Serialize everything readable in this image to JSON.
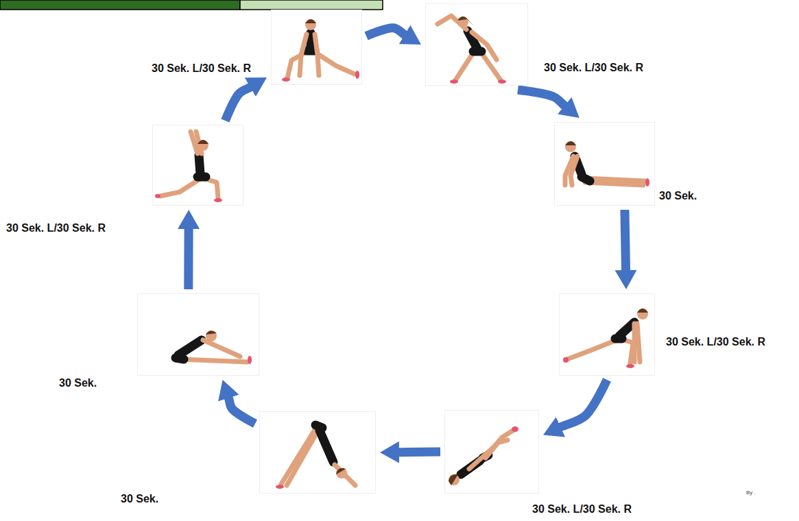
{
  "diagram": {
    "nodes": [
      {
        "text": [
          "30 Sek. L/30 Sek. R"
        ]
      },
      {
        "text": [
          "30 Sek. L/30 Sek. R"
        ]
      },
      {
        "text": [
          "30 Sek."
        ]
      },
      {
        "text": [
          "30 Sek. L/30 Sek. R"
        ]
      },
      {
        "text": [
          "30 Sek. L/30 Sek. R"
        ]
      },
      {
        "text": [
          "30 Sek."
        ]
      },
      {
        "text": [
          "30 Sek."
        ]
      },
      {
        "text": [
          "30 Sek. L/30 Sek. R"
        ]
      }
    ],
    "edges": [
      {
        "from": 0,
        "to": 1,
        "arrow": "to"
      },
      {
        "from": 1,
        "to": 2,
        "arrow": "to"
      },
      {
        "from": 2,
        "to": 3,
        "arrow": "to"
      },
      {
        "from": 3,
        "to": 4,
        "arrow": "to"
      },
      {
        "from": 4,
        "to": 5,
        "arrow": "to"
      },
      {
        "from": 5,
        "to": 6,
        "arrow": "to"
      },
      {
        "from": 6,
        "to": 7,
        "arrow": "to"
      },
      {
        "from": 7,
        "to": 0,
        "arrow": "to"
      }
    ],
    "labels": [
      "By ."
    ]
  }
}
